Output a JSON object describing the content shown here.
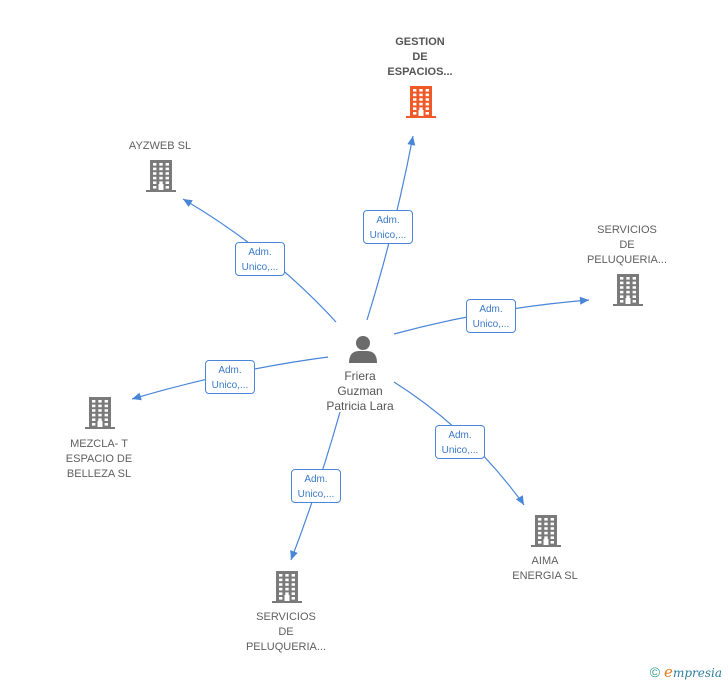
{
  "center": {
    "id": "person",
    "label": "Friera\nGuzman\nPatricia Lara"
  },
  "companies": [
    {
      "id": "gestion",
      "label": "GESTION\nDE\nESPACIOS...",
      "highlight": true,
      "color": "#f05a28"
    },
    {
      "id": "ayzweb",
      "label": "AYZWEB SL",
      "highlight": false,
      "color": "#7a7a7a"
    },
    {
      "id": "servicios1",
      "label": "SERVICIOS\nDE\nPELUQUERIA...",
      "highlight": false,
      "color": "#7a7a7a"
    },
    {
      "id": "mezcla",
      "label": "MEZCLA- T\nESPACIO DE\nBELLEZA SL",
      "highlight": false,
      "color": "#7a7a7a"
    },
    {
      "id": "aima",
      "label": "AIMA\nENERGIA SL",
      "highlight": false,
      "color": "#7a7a7a"
    },
    {
      "id": "servicios2",
      "label": "SERVICIOS\nDE\nPELUQUERIA...",
      "highlight": false,
      "color": "#7a7a7a"
    }
  ],
  "edges": [
    {
      "to": "gestion",
      "label": "Adm.\nUnico,..."
    },
    {
      "to": "ayzweb",
      "label": "Adm.\nUnico,..."
    },
    {
      "to": "servicios1",
      "label": "Adm.\nUnico,..."
    },
    {
      "to": "mezcla",
      "label": "Adm.\nUnico,..."
    },
    {
      "to": "aima",
      "label": "Adm.\nUnico,..."
    },
    {
      "to": "servicios2",
      "label": "Adm.\nUnico,..."
    }
  ],
  "footer": {
    "copyright": "©",
    "brand_initial": "e",
    "brand_rest": "mpresia"
  },
  "colors": {
    "edge": "#4a86d8",
    "building": "#7a7a7a",
    "building_highlight": "#f05a28",
    "person": "#6b6b6b"
  }
}
